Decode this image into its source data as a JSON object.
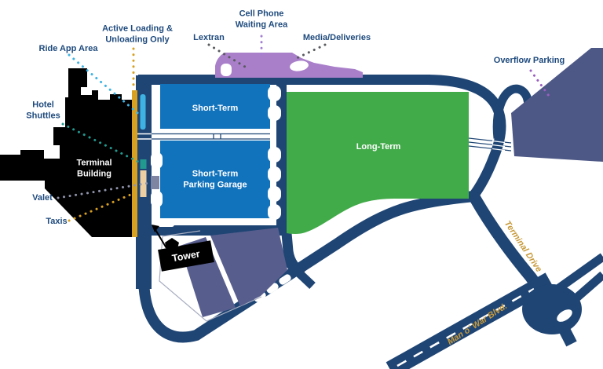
{
  "labels": {
    "ride_app": "Ride App Area",
    "active_loading": {
      "line1": "Active Loading &",
      "line2": "Unloading Only"
    },
    "cell_phone": {
      "line1": "Cell Phone",
      "line2": "Waiting Area"
    },
    "lextran": "Lextran",
    "media_deliveries": "Media/Deliveries",
    "overflow": "Overflow Parking",
    "hotel_shuttles": {
      "line1": "Hotel",
      "line2": "Shuttles"
    },
    "terminal_building": {
      "line1": "Terminal",
      "line2": "Building"
    },
    "valet": "Valet",
    "taxis": "Taxis",
    "short_term": "Short-Term",
    "short_term_garage": {
      "line1": "Short-Term",
      "line2": "Parking Garage"
    },
    "long_term": "Long-Term",
    "tower": "Tower",
    "terminal_drive": "Terminal Drive",
    "man_o_war": "Man o’ War Blvd."
  },
  "colors": {
    "road": "#1f4574",
    "short_term_lot": "#1273bd",
    "long_term_lot": "#42ab49",
    "overflow_lot": "#4d5886",
    "unlabeled_lot": "#575e8e",
    "cell_phone_lot": "#a97fca",
    "media_area": "#55565c",
    "terminal": "#000000",
    "active_loading_strip": "#d8a021",
    "ride_app_strip": "#3eb3e3",
    "hotel_shuttle_stop": "#22998f",
    "taxi_strip": "#ecd0a4",
    "valet_stop": "#7e85a3",
    "label_text": "#1e4a7d",
    "road_label_text": "#c89a3a",
    "leader_gray": "#595a5e",
    "leader_purple_light": "#a37fd2",
    "leader_purple": "#9a5fc0",
    "leader_valet": "#8f93ab",
    "lot_outline": "#a7adc0"
  }
}
